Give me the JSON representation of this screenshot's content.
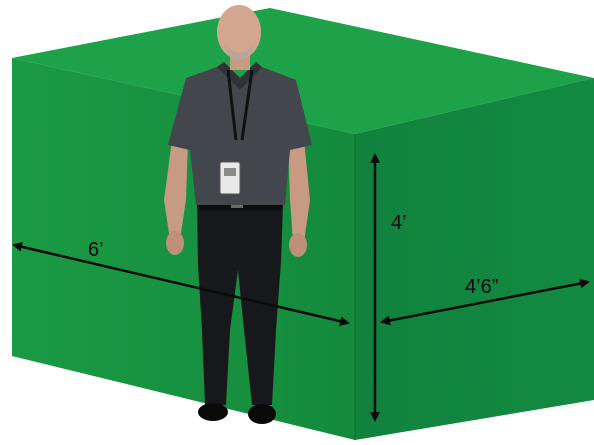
{
  "colors": {
    "box_front": "#18943f",
    "box_top": "#1ca048",
    "box_side": "#118640",
    "arrow": "#0b0b0b",
    "background": "#ffffff"
  },
  "dimensions": {
    "length": "6’",
    "height": "4’",
    "width": "4’6”"
  }
}
